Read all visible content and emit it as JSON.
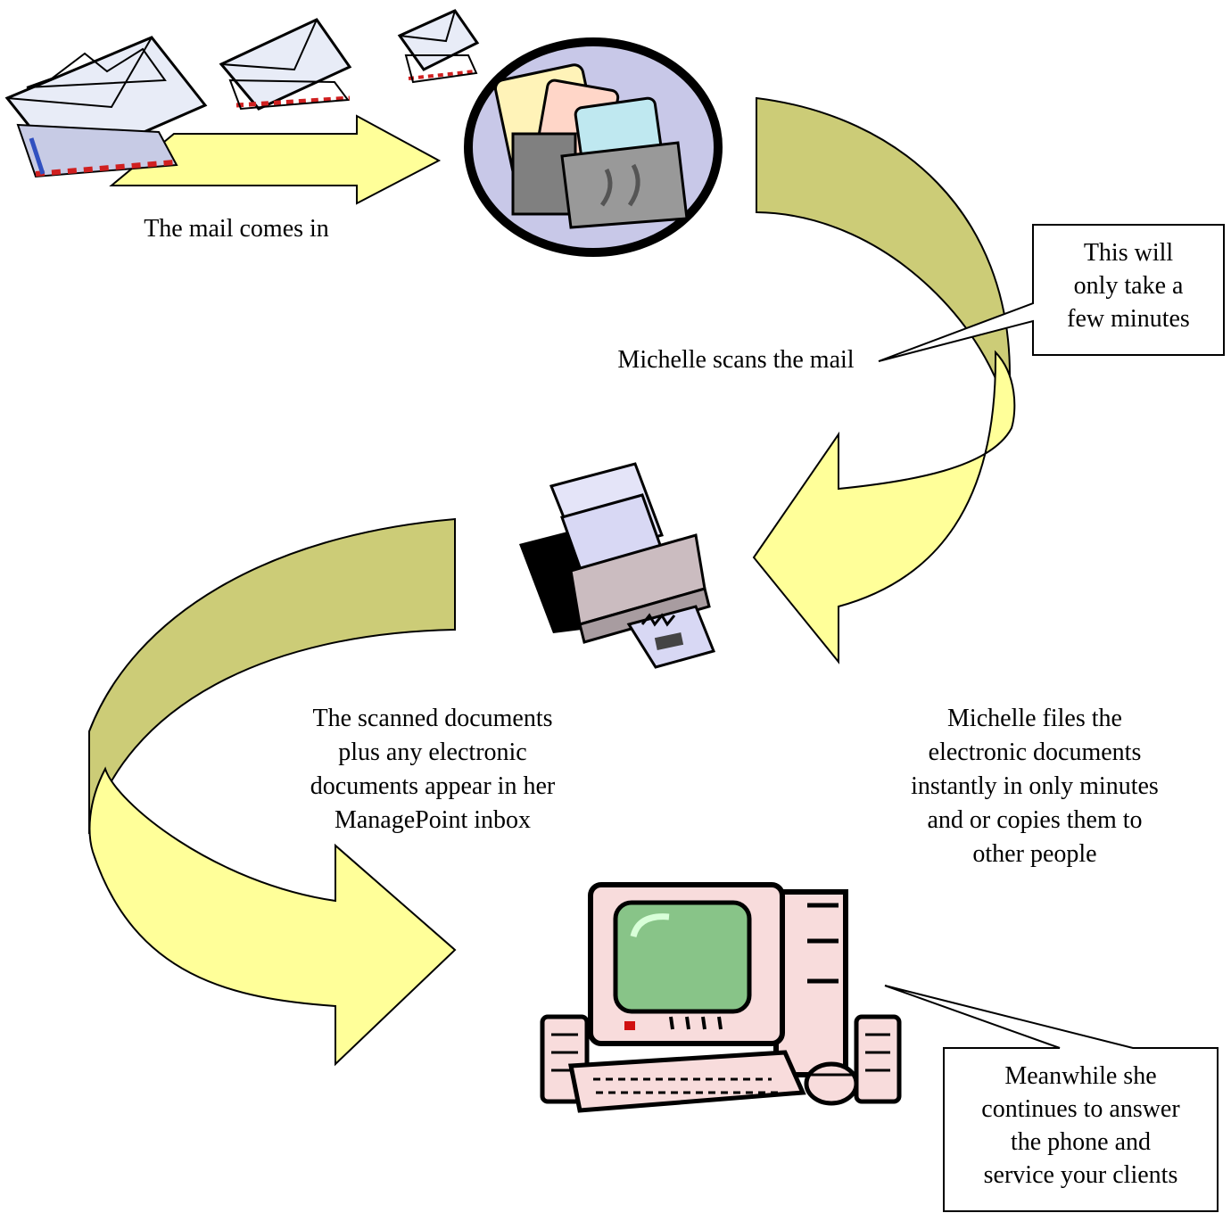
{
  "steps": {
    "mail_in": {
      "label": "The mail comes in"
    },
    "scan": {
      "label": "Michelle scans the mail"
    },
    "inbox": {
      "lines": [
        "The scanned documents",
        "plus any electronic",
        "documents appear in her",
        "ManagePoint inbox"
      ]
    },
    "files": {
      "lines": [
        "Michelle files the",
        "electronic documents",
        "instantly in only minutes",
        "and or copies them to",
        "other people"
      ]
    }
  },
  "callouts": {
    "time": {
      "lines": [
        "This will",
        "only take a",
        "few minutes"
      ]
    },
    "meanwhile": {
      "lines": [
        "Meanwhile she",
        "continues to answer",
        "the phone and",
        "service your clients"
      ]
    }
  },
  "icons": [
    "envelopes-icon",
    "mail-sorter-icon",
    "scanner-printer-icon",
    "desktop-computer-icon"
  ],
  "colors": {
    "arrow_light": "#ffff99",
    "arrow_dark": "#cccc77",
    "screen": "#88c488",
    "computer_body": "#f8dcdc",
    "sorter_bg": "#c8c8e8"
  }
}
